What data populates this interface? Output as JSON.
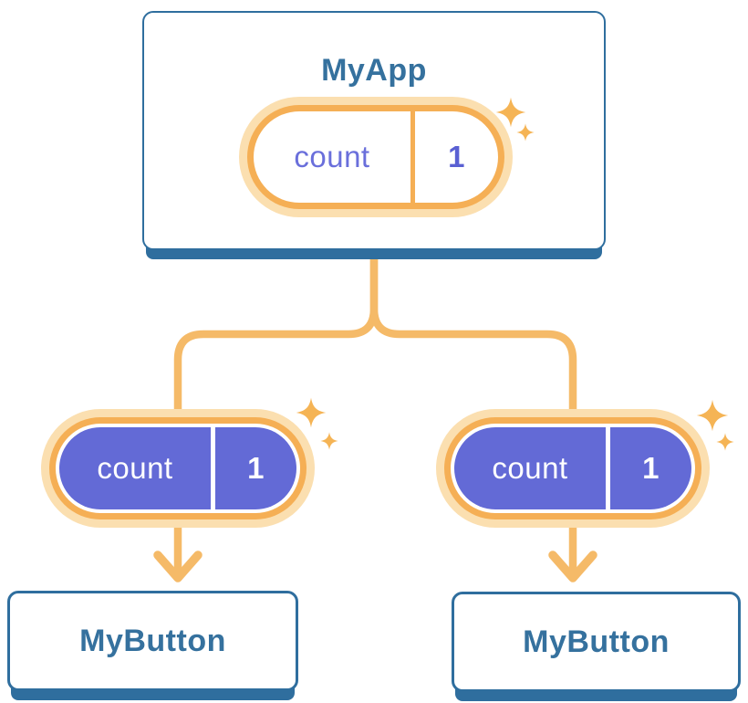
{
  "diagram": {
    "root": {
      "title": "MyApp",
      "state": {
        "name": "count",
        "value": "1"
      }
    },
    "children": [
      {
        "title": "MyButton",
        "prop": {
          "name": "count",
          "value": "1"
        }
      },
      {
        "title": "MyButton",
        "prop": {
          "name": "count",
          "value": "1"
        }
      }
    ]
  },
  "icons": {
    "sparkle_large": "sparkle-large-icon",
    "sparkle_small": "sparkle-small-icon",
    "arrow": "arrow-down-icon"
  },
  "colors": {
    "card_border_blue": "#2F6E9E",
    "title_text_blue": "#35719E",
    "pill_purple": "#636AD6",
    "pill_text_purple": "#6A6FDB",
    "value_text_purple": "#5A60D3",
    "ring_orange": "#F5AF55",
    "glow_orange": "#FBDFB0",
    "line_orange": "#F5BA68",
    "sparkle_orange": "#F5B455",
    "background": "#FFFFFF"
  }
}
